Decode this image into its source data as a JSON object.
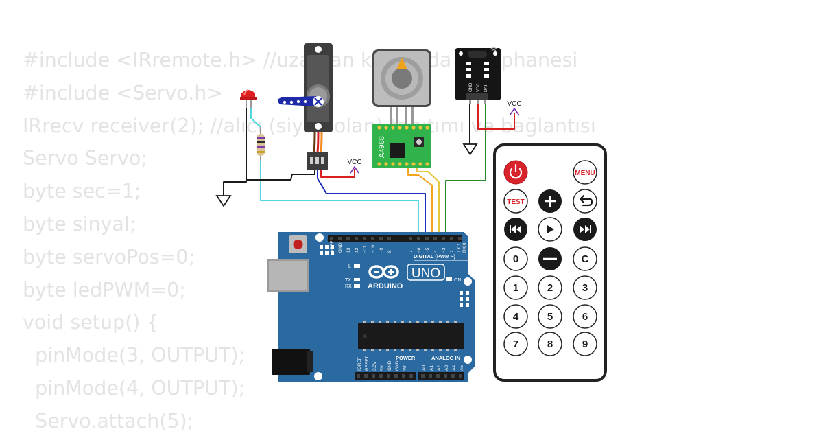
{
  "code_lines": [
    "#include <IRremote.h> //uzaktan kumanda kütüphanesi",
    "#include <Servo.h>",
    "IRrecv receiver(2); //alıcı (siyah olan) tanıtımı ve bağlantısı",
    "Servo Servo;",
    "byte sec=1;",
    "byte sinyal;",
    "byte servoPos=0;",
    "byte ledPWM=0;",
    "void setup() {",
    "  pinMode(3, OUTPUT);",
    "  pinMode(4, OUTPUT);",
    "  Servo.attach(5);"
  ],
  "labels": {
    "vcc_servo": "VCC",
    "vcc_ir": "VCC",
    "driver": "A4988",
    "ir_gnd": "GND",
    "ir_vcc": "VCC",
    "ir_dat": "DAT"
  },
  "arduino": {
    "brand": "ARDUINO",
    "model": "UNO",
    "digital": "DIGITAL (PWM ~)",
    "power": "POWER",
    "analog": "ANALOG IN",
    "on": "ON",
    "l": "L",
    "tx": "TX",
    "rx": "RX",
    "digital_pins": [
      "AREF",
      "GND",
      "13",
      "12",
      "~11",
      "~10",
      "~9",
      "8",
      "7",
      "~6",
      "~5",
      "4",
      "~3",
      "2",
      "TX 1",
      "RX 0"
    ],
    "power_pins": [
      "IOREF",
      "RESET",
      "3.3V",
      "5V",
      "GND",
      "GND",
      "Vin"
    ],
    "analog_pins": [
      "A0",
      "A1",
      "A2",
      "A3",
      "A4",
      "A5"
    ]
  },
  "remote": {
    "power_icon": "power-icon",
    "menu": "MENU",
    "test": "TEST",
    "plus_icon": "plus-icon",
    "back_icon": "return-icon",
    "prev_icon": "previous-icon",
    "play_icon": "play-icon",
    "next_icon": "next-icon",
    "zero": "0",
    "minus_icon": "minus-icon",
    "clear": "C",
    "digits": [
      "1",
      "2",
      "3",
      "4",
      "5",
      "6",
      "7",
      "8",
      "9"
    ]
  },
  "colors": {
    "board": "#2a6aa0",
    "wire_cyan": "#4fd6e0",
    "wire_blue": "#1a2fbf",
    "wire_orange": "#f2a41f",
    "wire_yellow": "#e5c63a",
    "wire_green": "#2a8a2a",
    "wire_red": "#d92020",
    "vcc_purple": "#7a2ab0",
    "led_red": "#e02020",
    "driver_green": "#2fb34a",
    "remote_red": "#d8232a"
  }
}
